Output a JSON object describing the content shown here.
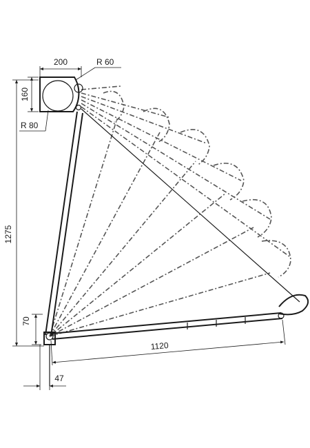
{
  "dimensions": {
    "box_width": "200",
    "box_height": "160",
    "radius_small": "R 60",
    "radius_large": "R 80",
    "total_height": "1275",
    "bracket_height": "70",
    "arm_length": "1120",
    "wall_offset": "47"
  }
}
